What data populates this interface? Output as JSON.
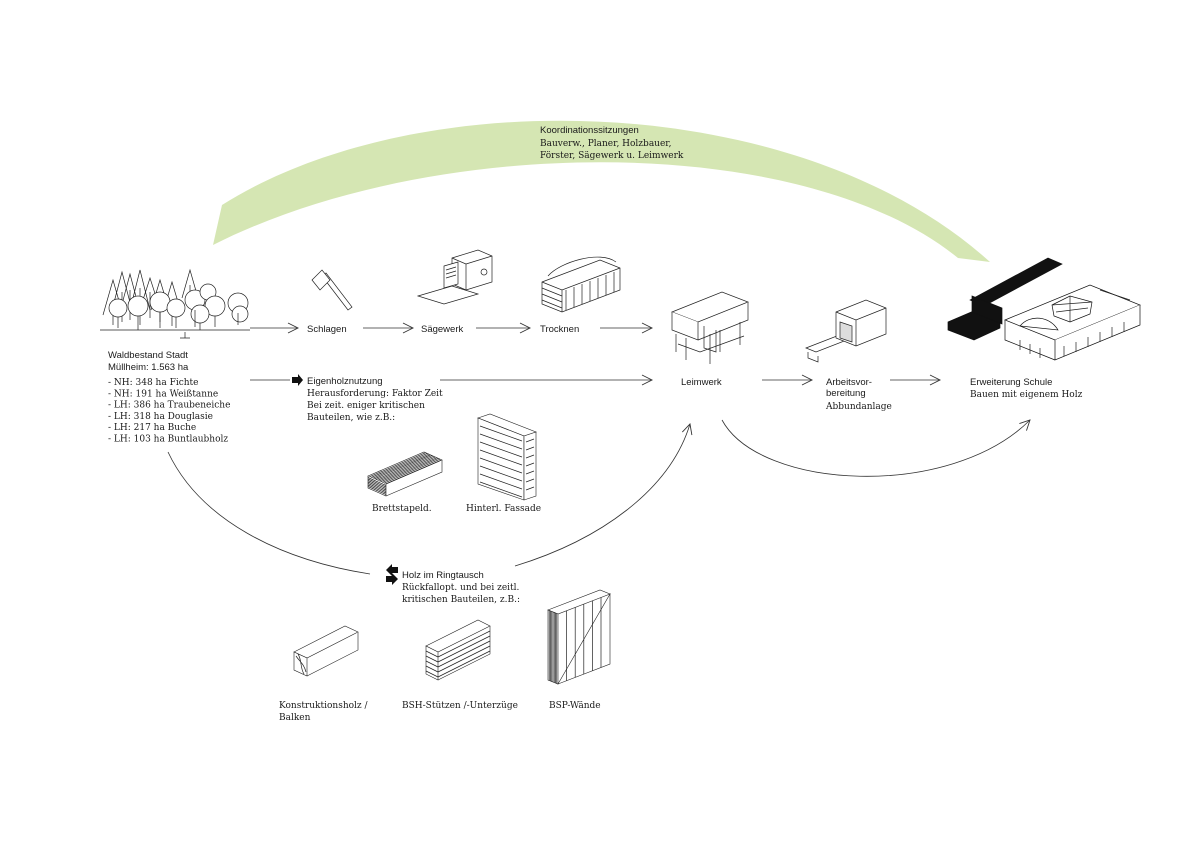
{
  "coordination": {
    "title": "Koordinationssitzungen",
    "lines": [
      "Bauverw., Planer, Holzbauer,",
      "Förster, Sägewerk u. Leimwerk"
    ],
    "arc_color": "#d5e6b3"
  },
  "forest": {
    "title": "Waldbestand Stadt",
    "area": "Müllheim: 1.563 ha",
    "items": [
      "- NH: 348 ha Fichte",
      "- NH: 191 ha Weißtanne",
      "- LH: 386 ha Traubeneiche",
      "- LH: 318 ha Douglasie",
      "- LH: 217 ha Buche",
      "- LH: 103 ha Buntlaubholz"
    ],
    "icon": "forest-trees-icon"
  },
  "steps": {
    "schlagen": "Schlagen",
    "saegewerk": "Sägewerk",
    "trocknen": "Trocknen",
    "leimwerk": "Leimwerk",
    "arbeitsvorbereitung": [
      "Arbeitsvor-",
      "bereitung"
    ],
    "abbundanlage": "Abbundanlage",
    "schule_title": "Erweiterung Schule",
    "schule_sub": "Bauen mit eigenem Holz"
  },
  "eigenholz": {
    "title": "Eigenholznutzung",
    "lines": [
      "Herausforderung: Faktor Zeit",
      "Bei zeit. eniger kritischen",
      "Bauteilen, wie z.B.:"
    ],
    "products": [
      "Brettstapeld.",
      "Hinterl. Fassade"
    ]
  },
  "ringtausch": {
    "title": "Holz im Ringtausch",
    "lines": [
      "Rückfallopt. und bei zeitl.",
      "kritischen Bauteilen, z.B.:"
    ],
    "products": [
      "Konstruktionsholz /",
      "Balken",
      "BSH-Stützen /-Unterzüge",
      "BSP-Wände"
    ]
  },
  "icons": {
    "axe": "axe-icon",
    "sawmill": "sawmill-icon",
    "dryer": "timber-drying-icon",
    "glulam": "glue-plant-icon",
    "joinery": "joinery-machine-icon",
    "school": "school-building-icon",
    "arrow": "arrow-right-icon",
    "exchange": "exchange-arrows-icon"
  }
}
